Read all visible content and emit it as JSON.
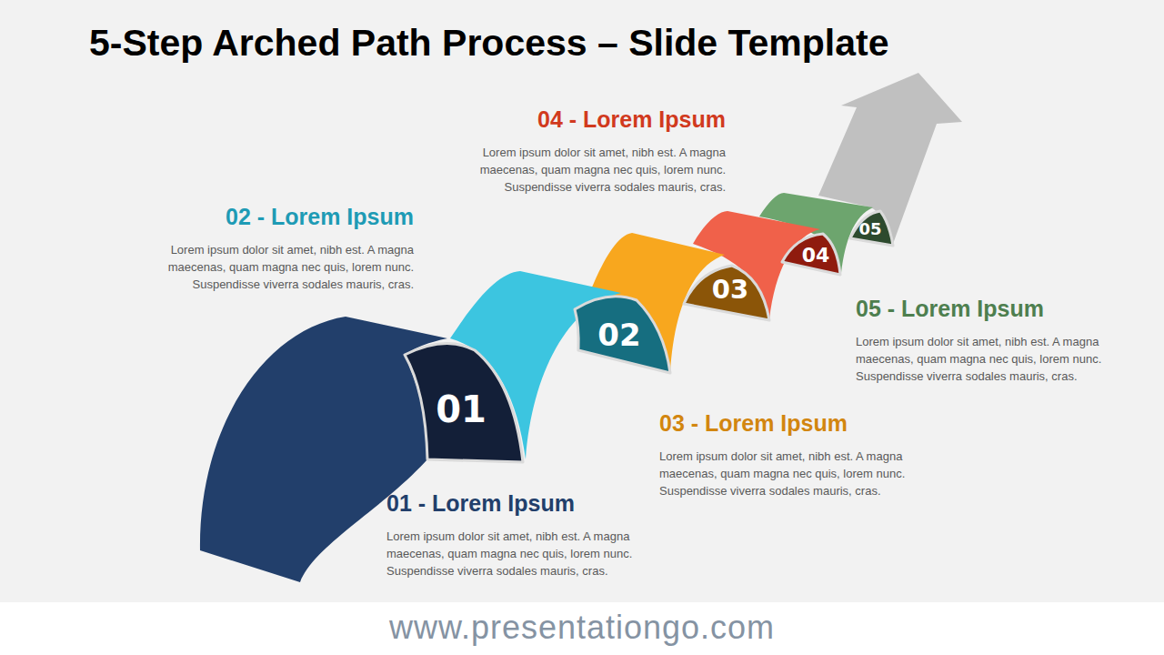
{
  "diagram": {
    "title": "5-Step Arched Path Process – Slide Template",
    "nodes": [
      {
        "text": [
          "01"
        ]
      },
      {
        "text": [
          "02"
        ]
      },
      {
        "text": [
          "03"
        ]
      },
      {
        "text": [
          "04"
        ]
      },
      {
        "text": [
          "05"
        ]
      }
    ],
    "labels": [
      "04 - Lorem Ipsum",
      "Lorem ipsum dolor sit amet, nibh est. A magna maecenas, quam magna nec quis, lorem nunc. Suspendisse viverra sodales mauris, cras.",
      "02 - Lorem Ipsum",
      "Lorem ipsum dolor sit amet, nibh est. A magna maecenas, quam magna nec quis, lorem nunc. Suspendisse viverra sodales mauris, cras.",
      "05 - Lorem Ipsum",
      "Lorem ipsum dolor sit amet, nibh est. A magna maecenas, quam magna nec quis, lorem nunc. Suspendisse viverra sodales mauris, cras.",
      "03 - Lorem Ipsum",
      "Lorem ipsum dolor sit amet, nibh est. A magna maecenas, quam magna nec quis, lorem nunc. Suspendisse viverra sodales mauris, cras.",
      "01 - Lorem Ipsum",
      "Lorem ipsum dolor sit amet, nibh est. A magna maecenas, quam magna nec quis, lorem nunc. Suspendisse viverra sodales mauris, cras.",
      "www.presentationgo.com"
    ]
  }
}
